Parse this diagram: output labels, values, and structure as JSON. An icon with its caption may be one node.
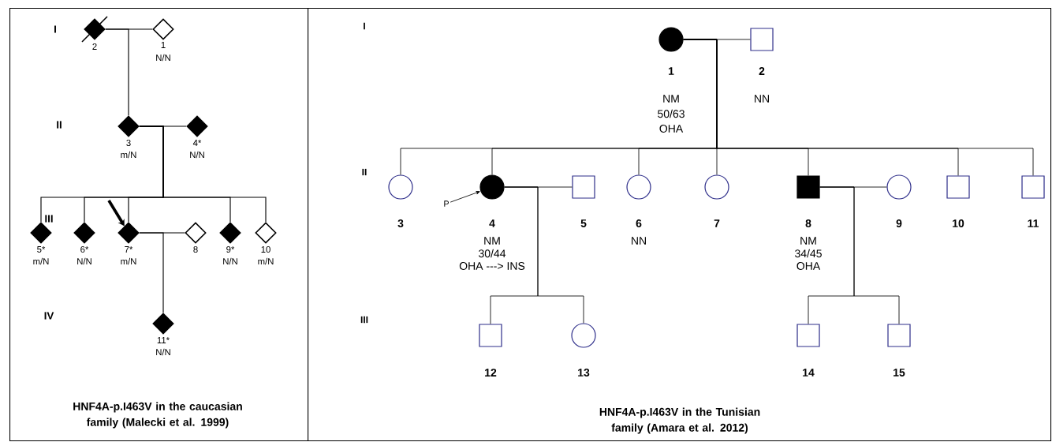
{
  "diagram": {
    "nodes": [
      {
        "text": [
          "HNF4A-p.I463V in the caucasian family (Malecki et al. 1999)"
        ]
      },
      {
        "text": [],
        "shape": "diamond",
        "beside": [
          "2"
        ],
        "in": 0
      },
      {
        "text": [],
        "shape": "diamond",
        "beside": [
          "1",
          "N/N"
        ],
        "in": 0
      },
      {
        "text": [],
        "shape": "diamond",
        "beside": [
          "3",
          "m/N"
        ],
        "in": 0
      },
      {
        "text": [],
        "shape": "diamond",
        "beside": [
          "4*",
          "N/N"
        ],
        "in": 0
      },
      {
        "text": [],
        "shape": "diamond",
        "beside": [
          "5*",
          "m/N"
        ],
        "in": 0
      },
      {
        "text": [],
        "shape": "diamond",
        "beside": [
          "6*",
          "N/N"
        ],
        "in": 0
      },
      {
        "text": [],
        "shape": "diamond",
        "beside": [
          "7*",
          "m/N"
        ],
        "in": 0
      },
      {
        "text": [],
        "shape": "diamond",
        "beside": [
          "8"
        ],
        "in": 0
      },
      {
        "text": [],
        "shape": "diamond",
        "beside": [
          "9*",
          "N/N"
        ],
        "in": 0
      },
      {
        "text": [],
        "shape": "diamond",
        "beside": [
          "10",
          "m/N"
        ],
        "in": 0
      },
      {
        "text": [],
        "shape": "diamond",
        "beside": [
          "11*",
          "N/N"
        ],
        "in": 0
      },
      {
        "text": [
          "HNF4A-p.I463V in the Tunisian family (Amara et al. 2012)"
        ]
      },
      {
        "text": [],
        "shape": "circle",
        "beside": [
          "1",
          "NM",
          "50/63",
          "OHA"
        ],
        "in": 12
      },
      {
        "text": [],
        "shape": "box",
        "beside": [
          "2",
          "NN"
        ],
        "in": 12
      },
      {
        "text": [],
        "shape": "circle",
        "beside": [
          "3"
        ],
        "in": 12
      },
      {
        "text": [],
        "shape": "circle",
        "beside": [
          "4",
          "NM",
          "30/44",
          "OHA ---> INS"
        ],
        "in": 12
      },
      {
        "text": [],
        "shape": "box",
        "beside": [
          "5"
        ],
        "in": 12
      },
      {
        "text": [],
        "shape": "circle",
        "beside": [
          "6",
          "NN"
        ],
        "in": 12
      },
      {
        "text": [],
        "shape": "circle",
        "beside": [
          "7"
        ],
        "in": 12
      },
      {
        "text": [],
        "shape": "box",
        "beside": [
          "8",
          "NM",
          "34/45",
          "OHA"
        ],
        "in": 12
      },
      {
        "text": [],
        "shape": "circle",
        "beside": [
          "9"
        ],
        "in": 12
      },
      {
        "text": [],
        "shape": "box",
        "beside": [
          "10"
        ],
        "in": 12
      },
      {
        "text": [],
        "shape": "box",
        "beside": [
          "11"
        ],
        "in": 12
      },
      {
        "text": [],
        "shape": "box",
        "beside": [
          "12"
        ],
        "in": 12
      },
      {
        "text": [],
        "shape": "circle",
        "beside": [
          "13"
        ],
        "in": 12
      },
      {
        "text": [],
        "shape": "box",
        "beside": [
          "14"
        ],
        "in": 12
      },
      {
        "text": [],
        "shape": "box",
        "beside": [
          "15"
        ],
        "in": 12
      },
      {
        "text": [
          "P"
        ],
        "in": 12
      }
    ],
    "edges": [
      {
        "from": 1,
        "to": 2,
        "arrow": "none"
      },
      {
        "from": 1,
        "to": 3,
        "arrow": "none"
      },
      {
        "from": 3,
        "to": 4,
        "arrow": "none"
      },
      {
        "from": 3,
        "to": 5,
        "arrow": "none"
      },
      {
        "from": 3,
        "to": 6,
        "arrow": "none"
      },
      {
        "from": 3,
        "to": 7,
        "arrow": "none"
      },
      {
        "from": 3,
        "to": 9,
        "arrow": "none"
      },
      {
        "from": 3,
        "to": 10,
        "arrow": "none"
      },
      {
        "from": 7,
        "to": 8,
        "arrow": "none"
      },
      {
        "from": 7,
        "to": 11,
        "arrow": "none"
      },
      {
        "from": null,
        "to": 7,
        "arrow": "to",
        "style": "thick"
      },
      {
        "from": 13,
        "to": 14,
        "arrow": "none"
      },
      {
        "from": 13,
        "to": 15,
        "arrow": "none"
      },
      {
        "from": 13,
        "to": 16,
        "arrow": "none"
      },
      {
        "from": 13,
        "to": 18,
        "arrow": "none"
      },
      {
        "from": 13,
        "to": 19,
        "arrow": "none"
      },
      {
        "from": 13,
        "to": 20,
        "arrow": "none"
      },
      {
        "from": 13,
        "to": 22,
        "arrow": "none"
      },
      {
        "from": 13,
        "to": 23,
        "arrow": "none"
      },
      {
        "from": 16,
        "to": 17,
        "arrow": "none"
      },
      {
        "from": 16,
        "to": 24,
        "arrow": "none"
      },
      {
        "from": 16,
        "to": 25,
        "arrow": "none"
      },
      {
        "from": 20,
        "to": 21,
        "arrow": "none"
      },
      {
        "from": 20,
        "to": 26,
        "arrow": "none"
      },
      {
        "from": 20,
        "to": 27,
        "arrow": "none"
      },
      {
        "from": 28,
        "to": 16,
        "arrow": "to"
      }
    ],
    "labels": [
      "I",
      "II",
      "III",
      "IV",
      "I",
      "II",
      "III"
    ]
  }
}
